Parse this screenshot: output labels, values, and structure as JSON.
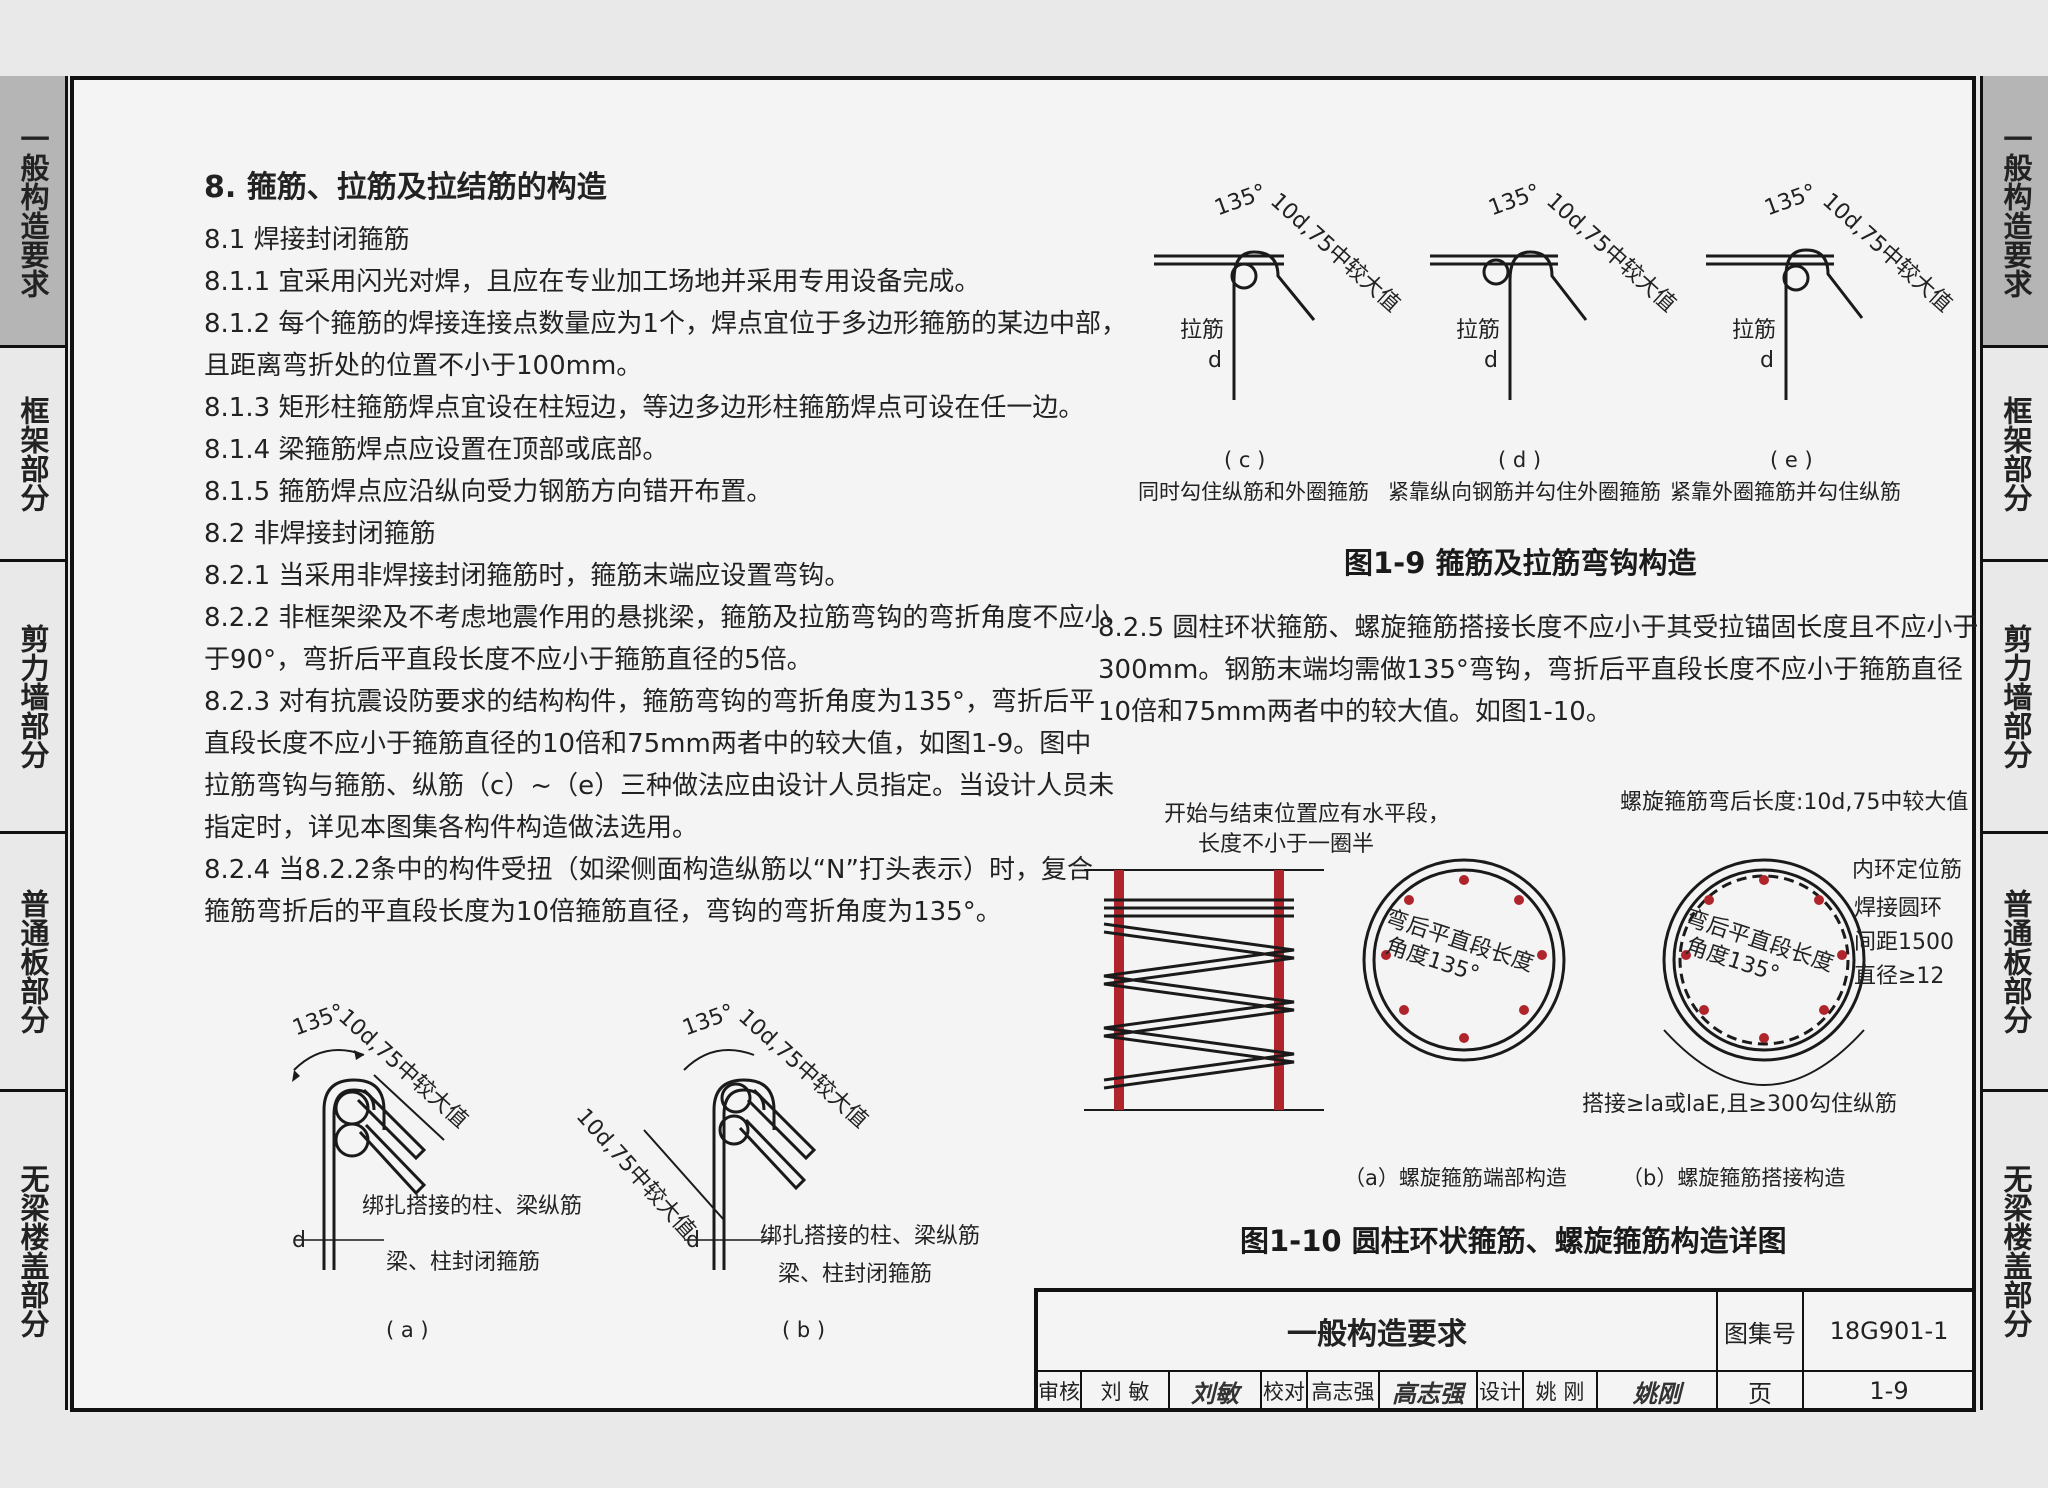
{
  "sidebar_left": [
    {
      "label": "一般构造要求",
      "active": true
    },
    {
      "label": "框架部分",
      "active": false
    },
    {
      "label": "剪力墙部分",
      "active": false
    },
    {
      "label": "普通板部分",
      "active": false
    },
    {
      "label": "无梁楼盖部分",
      "active": false
    }
  ],
  "sidebar_right": [
    {
      "label": "一般构造要求",
      "active": true
    },
    {
      "label": "框架部分",
      "active": false
    },
    {
      "label": "剪力墙部分",
      "active": false
    },
    {
      "label": "普通板部分",
      "active": false
    },
    {
      "label": "无梁楼盖部分",
      "active": false
    }
  ],
  "section": {
    "heading": "8. 箍筋、拉筋及拉结筋的构造",
    "lines": [
      "8.1  焊接封闭箍筋",
      "8.1.1  宜采用闪光对焊，且应在专业加工场地并采用专用设备完成。",
      "8.1.2  每个箍筋的焊接连接点数量应为1个，焊点宜位于多边形箍筋的某边中部，",
      "且距离弯折处的位置不小于100mm。",
      "8.1.3  矩形柱箍筋焊点宜设在柱短边，等边多边形柱箍筋焊点可设在任一边。",
      "8.1.4  梁箍筋焊点应设置在顶部或底部。",
      "8.1.5  箍筋焊点应沿纵向受力钢筋方向错开布置。",
      "8.2  非焊接封闭箍筋",
      "8.2.1  当采用非焊接封闭箍筋时，箍筋末端应设置弯钩。",
      "8.2.2  非框架梁及不考虑地震作用的悬挑梁，箍筋及拉筋弯钩的弯折角度不应小",
      "于90°，弯折后平直段长度不应小于箍筋直径的5倍。",
      "8.2.3  对有抗震设防要求的结构构件，箍筋弯钩的弯折角度为135°，弯折后平",
      "直段长度不应小于箍筋直径的10倍和75mm两者中的较大值，如图1-9。图中",
      "拉筋弯钩与箍筋、纵筋（c）~（e）三种做法应由设计人员指定。当设计人员未",
      "指定时，详见本图集各构件构造做法选用。",
      "8.2.4  当8.2.2条中的构件受扭（如梁侧面构造纵筋以“N”打头表示）时，复合",
      "箍筋弯折后的平直段长度为10倍箍筋直径，弯钩的弯折角度为135°。"
    ],
    "para_825": [
      "8.2.5  圆柱环状箍筋、螺旋箍筋搭接长度不应小于其受拉锚固长度且不应小于",
      "300mm。钢筋末端均需做135°弯钩，弯折后平直段长度不应小于箍筋直径",
      "10倍和75mm两者中的较大值。如图1-10。"
    ]
  },
  "fig19": {
    "angle": "135°",
    "hook_len": "10d,75中较大值",
    "tie_label": "拉筋",
    "d_label": "d",
    "captions": [
      {
        "tag": "( c )",
        "text": "同时勾住纵筋和外圈箍筋"
      },
      {
        "tag": "( d )",
        "text": "紧靠纵向钢筋并勾住外圈箍筋"
      },
      {
        "tag": "( e )",
        "text": "紧靠外圈箍筋并勾住纵筋"
      }
    ],
    "title": "图1-9  箍筋及拉筋弯钩构造"
  },
  "fig_ab": {
    "angle": "135°",
    "hook_len": "10d,75中较大值",
    "long_bar": "绑扎搭接的柱、梁纵筋",
    "stirrup": "梁、柱封闭箍筋",
    "d_label": "d",
    "tag_a": "( a )",
    "tag_b": "( b )"
  },
  "fig110": {
    "note_top_1": "开始与结束位置应有水平段，",
    "note_top_2": "长度不小于一圈半",
    "spiral_len": "螺旋箍筋弯后长度:10d,75中较大值",
    "bend_1": "弯后平直段长度",
    "bend_2": "角度135°",
    "inner_ring": "内环定位筋",
    "weld_ring": "焊接圆环",
    "spacing": "间距1500",
    "diameter": "直径≥12",
    "lap": "搭接≥la或laE,且≥300勾住纵筋",
    "cap_a": "（a）螺旋箍筋端部构造",
    "cap_b": "（b）螺旋箍筋搭接构造",
    "title": "图1-10  圆柱环状箍筋、螺旋箍筋构造详图"
  },
  "title_block": {
    "name": "一般构造要求",
    "atlas_label": "图集号",
    "atlas_no": "18G901-1",
    "review_label": "审核",
    "reviewer": "刘  敏",
    "reviewer_sig": "刘敏",
    "check_label": "校对",
    "checker": "高志强",
    "checker_sig": "高志强",
    "design_label": "设计",
    "designer": "姚  刚",
    "designer_sig": "姚刚",
    "page_label": "页",
    "page_no": "1-9"
  },
  "colors": {
    "rebar_red": "#b0252b",
    "ink": "#1a1a1a",
    "active_tab": "#b5b5b5"
  }
}
